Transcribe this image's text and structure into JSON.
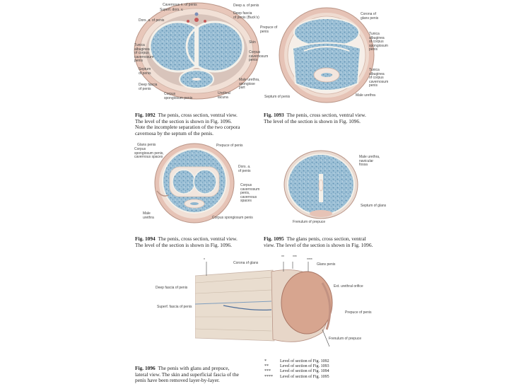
{
  "figures": {
    "f1092": {
      "labels": {
        "cavernous_n": "Cavernous n. of penis",
        "superf_dors_v": "Superf. dors. v.",
        "dors_a": "Dors. a. of penis",
        "deep_dors_v": "Deep a. of penis",
        "deep_fascia": "Deep fascia\nof penis (Buck's)",
        "tunica": "Tunica\nalbuginea\nof corpus\ncavernosum\npenis",
        "skin": "Skin",
        "corpus_cav": "Corpus\ncavernosum\npenis",
        "septum": "Septum\nof penis",
        "deep_fascia_l": "Deep fascia\nof penis",
        "corpus_spong": "Corpus\nspongiosum penis",
        "male_urethra": "Male urethra,\nspongiose\npart",
        "urethral": "Urethral\nlacuna"
      },
      "caption_num": "Fig. 1092",
      "caption_text": "The penis, cross section, ventral view.\nThe level of the section is shown in Fig. 1096.\nNote the incomplete separation of the two corpora\ncavernosa by the septum of the penis."
    },
    "f1093": {
      "labels": {
        "corona": "Corona of\nglans penis",
        "prepuce": "Prepuce of\npenis",
        "tunica_spong": "Tunica\nalbuginea\nof corpus\nspongiosum\npenis",
        "tunica_cav": "Tunica\nalbuginea\nof corpus\ncavernosum\npenis",
        "septum_glans": "Septum of penis",
        "male_urethra": "Male urethra"
      },
      "caption_num": "Fig. 1093",
      "caption_text": "The penis, cross section, ventral view.\nThe level of the section is shown in Fig. 1096."
    },
    "f1094": {
      "labels": {
        "glans": "Glans penis",
        "corpus_spong_sp": "Corpus\nspongiosum penis,\ncavernous spaces",
        "prepuce": "Prepuce of penis",
        "dors_a": "Dors. a.\nof penis",
        "corpus_cav": "Corpus\ncavernosum\npenis,\ncavernous\nspaces",
        "male_urethra": "Male\nurethra",
        "corpus_spong": "Corpus spongiosum penis"
      },
      "caption_num": "Fig. 1094",
      "caption_text": "The penis, cross section, ventral view.\nThe level of the section is shown in Fig. 1096."
    },
    "f1095": {
      "labels": {
        "male_urethra": "Male urethra,\nnavicular\nfossa",
        "septum_glans": "Septum of glans",
        "frenulum": "Frenulum of prepuce"
      },
      "caption_num": "Fig. 1095",
      "caption_text": "The glans penis, cross section, ventral\nview. The level of the section is shown in Fig. 1096."
    },
    "f1096": {
      "labels": {
        "corona": "Corona of glans",
        "glans": "Glans penis",
        "ext_orifice": "Ext. urethral orifice",
        "deep_fascia": "Deep fascia of penis",
        "superf_fascia": "Superf. fascia of penis",
        "prepuce": "Prepuce of penis",
        "frenulum": "Frenulum of prepuce",
        "m1": "*",
        "m2": "**",
        "m3": "***",
        "m4": "****"
      },
      "caption_num": "Fig. 1096",
      "caption_text": "The penis with glans and prepuce,\nlateral view. The skin and superficial fascia of the\npenis have been removed layer-by-layer."
    }
  },
  "legend": [
    {
      "mark": "*",
      "text": "Level of section of Fig. 1092"
    },
    {
      "mark": "**",
      "text": "Level of section of Fig. 1093"
    },
    {
      "mark": "***",
      "text": "Level of section of Fig. 1094"
    },
    {
      "mark": "****",
      "text": "Level of section of Fig. 1095"
    }
  ],
  "colors": {
    "spongy_blue": "#8fb6cf",
    "spongy_dark": "#5d8fb0",
    "tunica_white": "#f2efe8",
    "skin_pink": "#e6c3b6",
    "glans_pink": "#d9a791",
    "fascia": "#c8b4a8"
  }
}
